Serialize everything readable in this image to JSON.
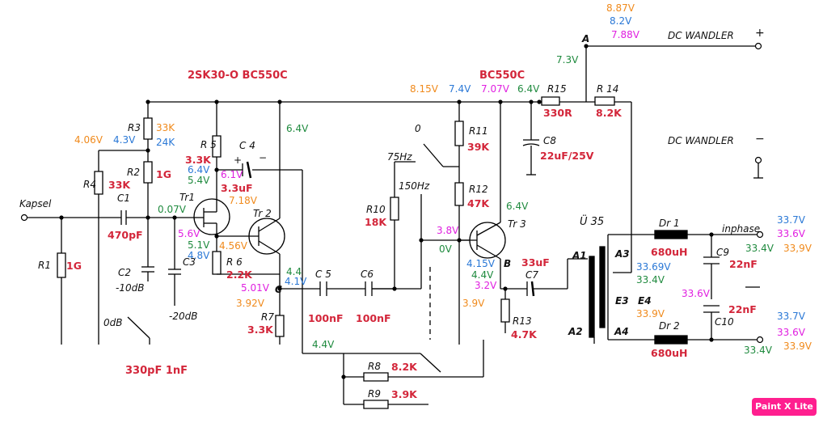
{
  "header": {
    "parts": "2SK30-O   BC550C",
    "bc550c": "BC550C",
    "caps_note": "330pF  1nF"
  },
  "labels": {
    "kapsel": "Kapsel",
    "dc_plus": "DC WANDLER",
    "dc_plus_sign": "+",
    "dc_minus": "DC WANDLER",
    "dc_minus_sign": "−",
    "inphase": "inphase",
    "node_a": "A",
    "zero": "0",
    "f75": "75Hz",
    "f150": "150Hz",
    "att10": "-10dB",
    "att20": "-20dB",
    "odB": "0dB",
    "u35": "Ü 35"
  },
  "components": {
    "R1": {
      "ref": "R1",
      "value": "1G"
    },
    "R2": {
      "ref": "R2",
      "value": "1G"
    },
    "R3": {
      "ref": "R3",
      "value1": "33K",
      "value2": "24K"
    },
    "R4": {
      "ref": "R4",
      "value": "33K"
    },
    "R5": {
      "ref": "R 5",
      "value": "3.3K"
    },
    "R6": {
      "ref": "R 6",
      "value": "2.2K"
    },
    "R7": {
      "ref": "R7",
      "value": "3.3K"
    },
    "R8": {
      "ref": "R8",
      "value": "8.2K"
    },
    "R9": {
      "ref": "R9",
      "value": "3.9K"
    },
    "R10": {
      "ref": "R10",
      "value": "18K"
    },
    "R11": {
      "ref": "R11",
      "value": "39K"
    },
    "R12": {
      "ref": "R12",
      "value": "47K"
    },
    "R13": {
      "ref": "R13",
      "value": "4.7K"
    },
    "R14": {
      "ref": "R 14",
      "value": "8.2K"
    },
    "R15": {
      "ref": "R15",
      "value": "330R"
    },
    "C1": {
      "ref": "C1",
      "value": "470pF"
    },
    "C2": {
      "ref": "C2"
    },
    "C3": {
      "ref": "C3"
    },
    "C4": {
      "ref": "C 4",
      "value": "3.3uF"
    },
    "C5": {
      "ref": "C 5",
      "value": "100nF"
    },
    "C6": {
      "ref": "C6",
      "value": "100nF"
    },
    "C7": {
      "ref": "C7",
      "value": "33uF"
    },
    "C8": {
      "ref": "C8",
      "value": "22uF/25V"
    },
    "C9": {
      "ref": "C9",
      "value": "22nF"
    },
    "C10": {
      "ref": "C10",
      "value": "22nF"
    },
    "Dr1": {
      "ref": "Dr 1",
      "value": "680uH"
    },
    "Dr2": {
      "ref": "Dr 2",
      "value": "680uH"
    },
    "Tr1": {
      "ref": "Tr1"
    },
    "Tr2": {
      "ref": "Tr 2"
    },
    "Tr3": {
      "ref": "Tr 3"
    }
  },
  "pins": {
    "A1": "A1",
    "A2": "A2",
    "A3": "A3",
    "A4": "A4",
    "E3": "E3",
    "E4": "E4",
    "C": "C",
    "B": "B"
  },
  "voltages": {
    "a_887": "8.87V",
    "a_82": "8.2V",
    "a_788": "7.88V",
    "a_73": "7.3V",
    "r3_406": "4.06V",
    "r3_43": "4.3V",
    "r5_64": "6.4V",
    "r5_54": "5.4V",
    "r5_61": "6.1V",
    "r5_718": "7.18V",
    "tr1_007": "0.07V",
    "tr1_56": "5.6V",
    "tr1_51": "5.1V",
    "tr1_48": "4.8V",
    "tr1_456": "4.56V",
    "tr2_64": "6.4V",
    "tr2_44": "4.4",
    "tr2_41": "4.1V",
    "tr2_501": "5.01V",
    "tr2_392": "3.92V",
    "r11_815": "8.15V",
    "r11_74": "7.4V",
    "r11_707": "7.07V",
    "r11_64": "6.4V",
    "tr3_64": "6.4V",
    "tr3_38": "3.8V",
    "tr3_0": "0V",
    "tr3_415": "4.15V",
    "tr3_44": "4.4V",
    "tr3_32": "3.2V",
    "tr3_39": "3.9V",
    "bot_44": "4.4V",
    "a3_3369": "33.69V",
    "a3_334": "33.4V",
    "e4_339": "33.9V",
    "e4_336": "33.6V",
    "out1_337": "33.7V",
    "out1_336": "33.6V",
    "out1_339": "33,9V",
    "out1_334": "33.4V",
    "out2_337": "33.7V",
    "out2_336": "33.6V",
    "out2_334": "33.4V",
    "out2_339": "33.9V"
  },
  "brand": "Paint X Lite"
}
